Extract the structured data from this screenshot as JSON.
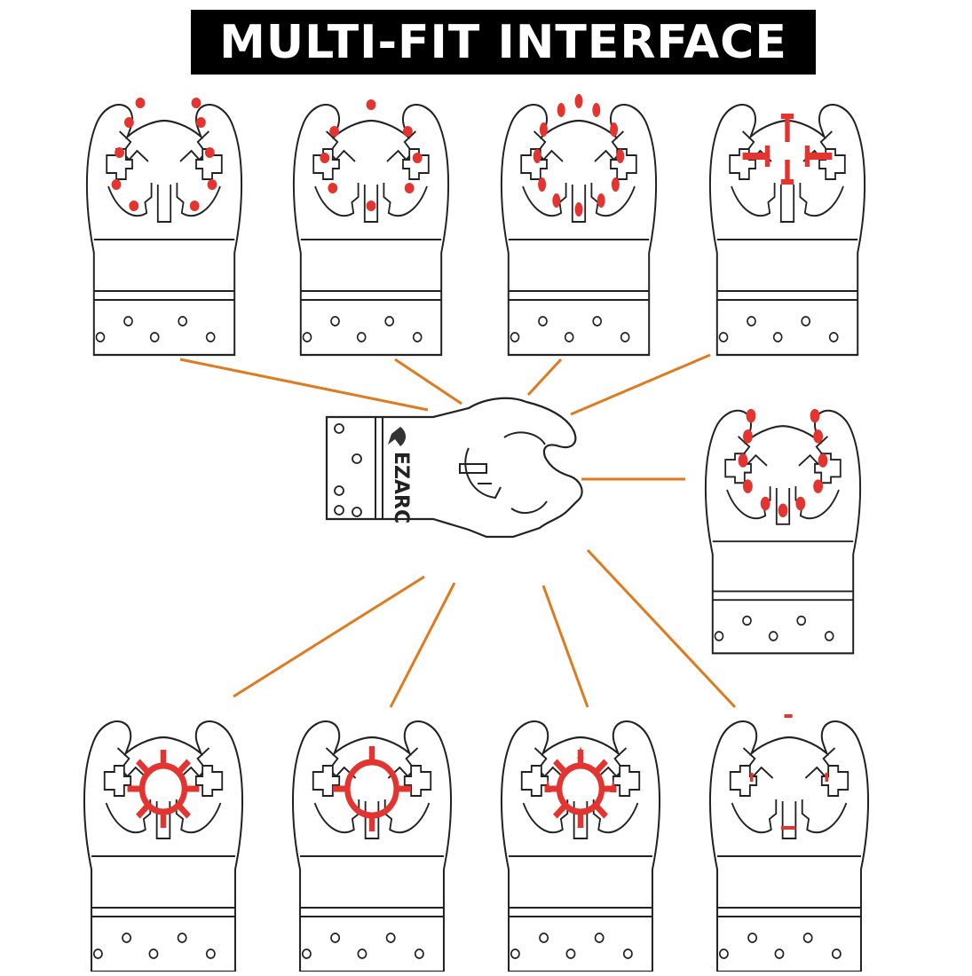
{
  "title": "MULTI-FIT INTERFACE",
  "brand": "EZARC",
  "colors": {
    "highlight": "#e3342f",
    "connector": "#e07a1f",
    "outline": "#222222",
    "title_bg": "#000000",
    "title_fg": "#ffffff"
  },
  "blades": [
    {
      "id": "top-1",
      "pattern": "dots-ring"
    },
    {
      "id": "top-2",
      "pattern": "dots-sparse"
    },
    {
      "id": "top-3",
      "pattern": "dots-oval"
    },
    {
      "id": "top-4",
      "pattern": "t-bars"
    },
    {
      "id": "right",
      "pattern": "dots-oval-small"
    },
    {
      "id": "bottom-1",
      "pattern": "star-ring"
    },
    {
      "id": "bottom-2",
      "pattern": "cross-ring"
    },
    {
      "id": "bottom-3",
      "pattern": "star-ring-spikes"
    },
    {
      "id": "bottom-4",
      "pattern": "short-bars"
    }
  ]
}
